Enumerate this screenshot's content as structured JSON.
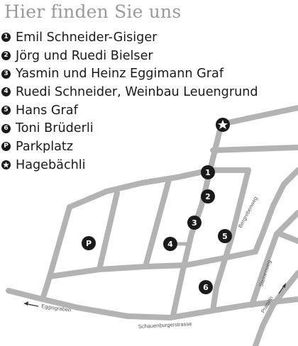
{
  "title": "Hier finden Sie uns",
  "legend": [
    {
      "marker": "1",
      "label": "Emil Schneider-Gisiger"
    },
    {
      "marker": "2",
      "label": "Jörg und Ruedi Bielser"
    },
    {
      "marker": "3",
      "label": "Yasmin und Heinz Eggimann Graf"
    },
    {
      "marker": "4",
      "label": "Ruedi Schneider, Weinbau Leuengrund"
    },
    {
      "marker": "5",
      "label": "Hans Graf"
    },
    {
      "marker": "6",
      "label": "Toni Brüderli"
    },
    {
      "marker": "P",
      "label": "Parkplatz"
    },
    {
      "marker": "star-icon",
      "label": "Hagebächli"
    }
  ],
  "map": {
    "pois": [
      {
        "marker": "1"
      },
      {
        "marker": "2"
      },
      {
        "marker": "3"
      },
      {
        "marker": "4"
      },
      {
        "marker": "5"
      },
      {
        "marker": "6"
      },
      {
        "marker": "P"
      },
      {
        "marker": "star-icon"
      }
    ],
    "streets": {
      "eggisgraben": "Eggisgraben",
      "schauenburgerstrasse": "Schauenburgerstrasse",
      "bergrebenweg": "Bergrebenweg",
      "steinenweg": "Steinenweg",
      "pratteln": "Pratteln"
    },
    "colors": {
      "road": "#b3b3b3",
      "marker": "#1a1a1a",
      "title": "#9a9a9a"
    }
  }
}
